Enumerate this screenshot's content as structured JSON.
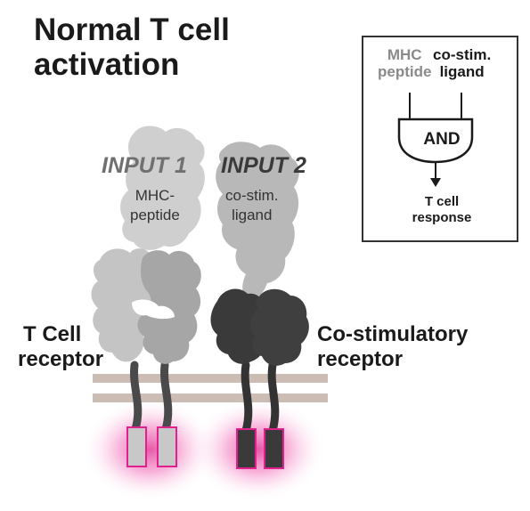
{
  "title": {
    "line1": "Normal T cell",
    "line2": "activation"
  },
  "gate": {
    "input_a": [
      "MHC",
      "peptide"
    ],
    "input_b": [
      "co-stim.",
      "ligand"
    ],
    "label": "AND",
    "output": [
      "T cell",
      "response"
    ]
  },
  "inputs": [
    {
      "label": "INPUT 1",
      "sub": [
        "MHC-",
        "peptide"
      ]
    },
    {
      "label": "INPUT 2",
      "sub": [
        "co-stim.",
        "ligand"
      ]
    }
  ],
  "receptors": {
    "tcr": [
      "T Cell",
      "receptor"
    ],
    "costim": [
      "Co-stimulatory",
      "receptor"
    ]
  },
  "colors": {
    "membrane": "#cbbcb4",
    "glow": "#e0208c",
    "tcr_light": "#c4c4c4",
    "tcr_mid": "#a6a6a6",
    "costim_dark": "#3a3a3a",
    "ligand": "#b5b5b5"
  }
}
